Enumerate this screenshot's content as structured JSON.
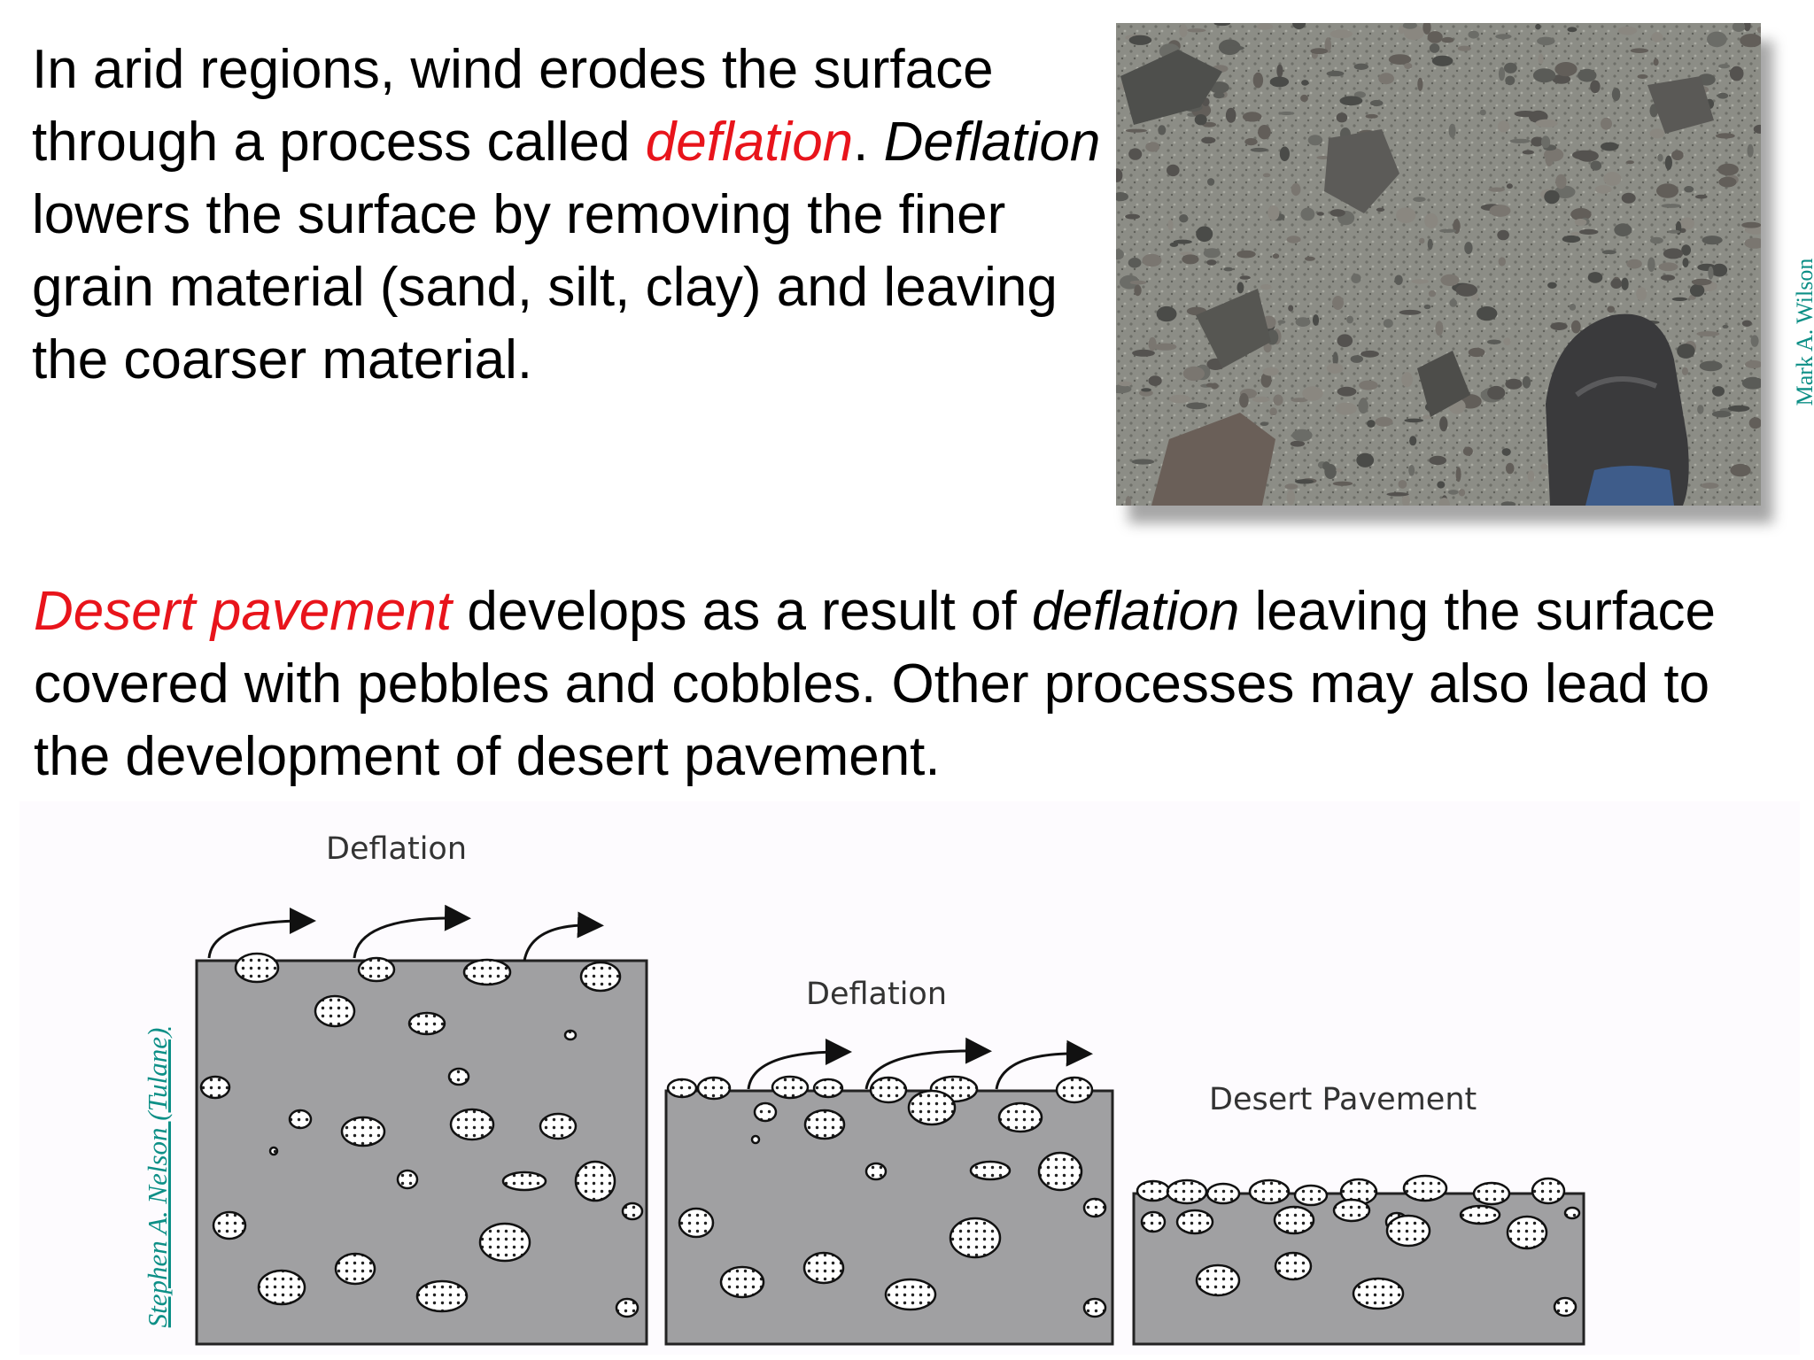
{
  "paragraph1": {
    "t1": "In arid regions, wind erodes the surface through a process called ",
    "t2": "deflation",
    "t3": ".  ",
    "t4": "Deflation",
    "t5": " lowers the surface by removing the finer grain material (sand, silt, clay) and leaving the coarser material."
  },
  "paragraph2": {
    "t1": "Desert pavement",
    "t2": " develops as a result of ",
    "t3": "deflation",
    "t4": " leaving the surface covered with pebbles and cobbles.  Other processes may also lead to the development of desert pavement."
  },
  "photo": {
    "credit": "Mark A. Wilson"
  },
  "diagram": {
    "credit": "Stephen A. Nelson (Tulane)",
    "labels": [
      "Deflation",
      "Deflation",
      "Desert Pavement"
    ]
  },
  "colors": {
    "highlight": "#e8141b",
    "credit_link": "#0c8f86",
    "block_fill": "#a0a0a2"
  }
}
